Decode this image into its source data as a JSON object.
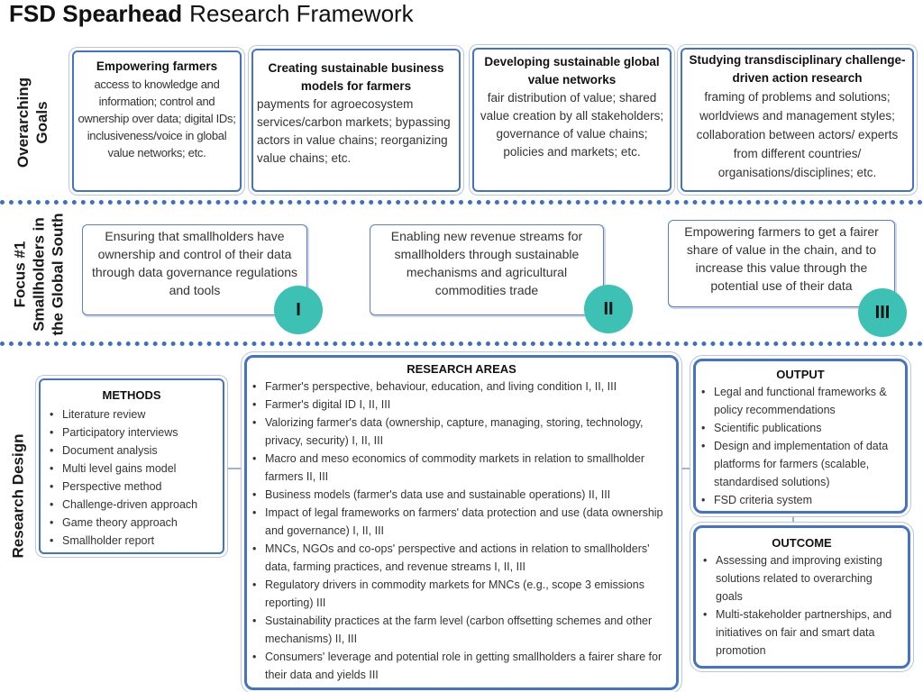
{
  "title": {
    "bold": "FSD Spearhead",
    "light": "Research Framework"
  },
  "sections": {
    "goals_label_1": "Overarching",
    "goals_label_2": "Goals",
    "focus_label_1": "Focus #1",
    "focus_label_2": "Smallholders in",
    "focus_label_3": "the Global South",
    "design_label": "Research Design"
  },
  "goals": [
    {
      "title": "Empowering farmers",
      "desc": "access to knowledge and information; control and ownership over data; digital IDs; inclusiveness/voice in global value networks; etc."
    },
    {
      "title": "Creating sustainable business models for farmers",
      "desc": "payments for agroecosystem services/carbon markets; bypassing actors in value chains; reorganizing value chains; etc."
    },
    {
      "title": "Developing sustainable global value networks",
      "desc": "fair distribution of value; shared value creation by all stakeholders; governance of value chains; policies and markets; etc."
    },
    {
      "title": "Studying transdisciplinary challenge-driven action research",
      "desc": "framing of problems and solutions; worldviews and management styles; collaboration between actors/ experts from different countries/ organisations/disciplines; etc."
    }
  ],
  "focus": [
    {
      "text": "Ensuring that smallholders have ownership and control of their data through data governance regulations and tools",
      "numeral": "I"
    },
    {
      "text": "Enabling new revenue streams for smallholders through sustainable mechanisms and agricultural commodities trade",
      "numeral": "II"
    },
    {
      "text": "Empowering farmers to get a fairer share of value in the chain, and to increase this value through the potential use of their data",
      "numeral": "III"
    }
  ],
  "methods": {
    "heading": "METHODS",
    "items": [
      "Literature review",
      "Participatory interviews",
      "Document analysis",
      "Multi level gains model",
      "Perspective method",
      "Challenge-driven approach",
      "Game theory approach",
      "Smallholder report"
    ]
  },
  "research_areas": {
    "heading": "RESEARCH AREAS",
    "items": [
      "Farmer's perspective, behaviour, education, and living condition I, II, III",
      "Farmer's digital ID I, II, III",
      "Valorizing farmer's data (ownership, capture, managing, storing, technology, privacy, security) I, II, III",
      "Macro and meso economics of commodity markets in relation to smallholder farmers II, III",
      "Business models (farmer's data use and sustainable operations) II, III",
      " Impact of legal frameworks on farmers' data protection and use (data ownership and governance) I, II, III",
      "MNCs, NGOs and co-ops' perspective and actions in relation to smallholders' data, farming practices, and revenue streams I, II, III",
      "Regulatory drivers in commodity markets for MNCs (e.g., scope 3 emissions reporting) III",
      "Sustainability practices at the farm level (carbon offsetting schemes and other mechanisms) II, III",
      "Consumers' leverage and potential role in getting smallholders a fairer share for their data and yields III"
    ]
  },
  "output": {
    "heading": "OUTPUT",
    "items": [
      "Legal and functional frameworks & policy recommendations",
      "Scientific publications",
      "Design and implementation of data platforms for farmers (scalable, standardised solutions)",
      "FSD criteria system"
    ]
  },
  "outcome": {
    "heading": "OUTCOME",
    "items": [
      "Assessing and improving existing solutions related to overarching goals",
      "Multi-stakeholder partnerships, and initiatives on fair and smart data promotion"
    ]
  },
  "colors": {
    "accent": "#4472c4",
    "dots": "#3d6fc4",
    "circle": "#3cc1b4"
  }
}
